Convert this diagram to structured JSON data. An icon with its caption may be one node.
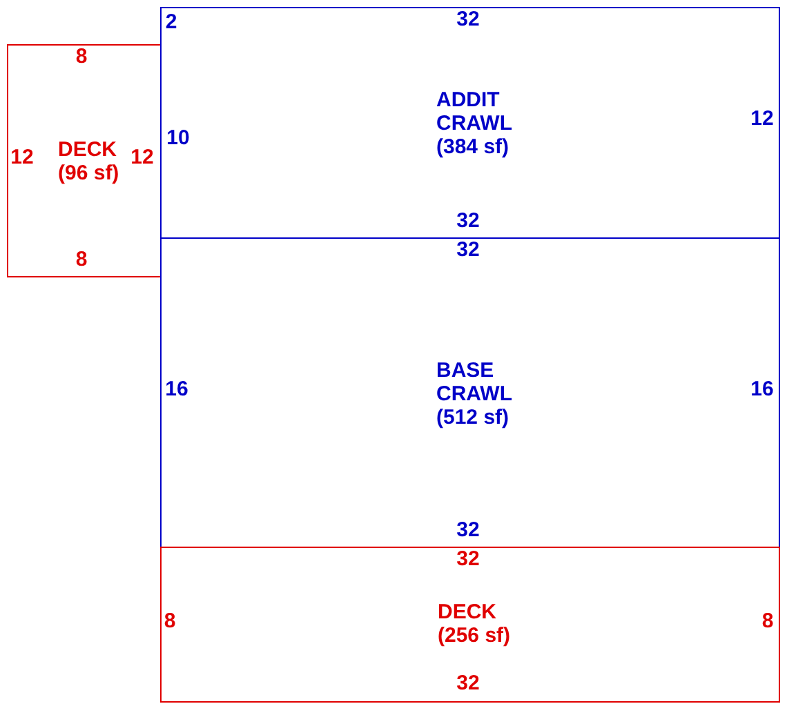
{
  "diagram": {
    "nodes": [
      {
        "text": [
          "DECK",
          "(96 sf)"
        ]
      },
      {
        "text": [
          "ADDIT CRAWL",
          "(384 sf)"
        ]
      },
      {
        "text": [
          "BASE CRAWL",
          "(512 sf)"
        ]
      },
      {
        "text": [
          "DECK",
          "(256 sf)"
        ]
      }
    ],
    "labels": [
      "2",
      "32",
      "8",
      "12",
      "12",
      "10",
      "12",
      "32",
      "8",
      "32",
      "16",
      "16",
      "32",
      "32",
      "8",
      "8",
      "32"
    ]
  }
}
